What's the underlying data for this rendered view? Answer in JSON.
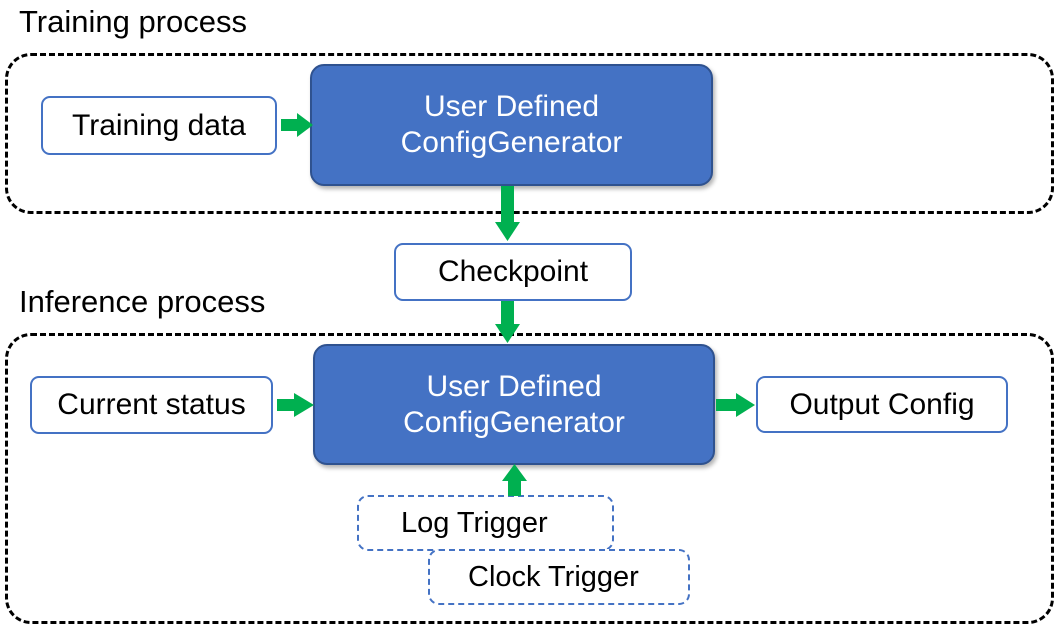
{
  "diagram": {
    "title_training": "Training process",
    "title_inference": "Inference process",
    "colors": {
      "accent_blue_fill": "#4472C4",
      "accent_blue_border": "#2F528F",
      "box_outline_blue": "#4472C4",
      "arrow_green": "#00B050",
      "container_dash": "#000000",
      "text_dark": "#000000",
      "text_light": "#FFFFFF",
      "background": "#FFFFFF"
    }
  },
  "training": {
    "caption": "Training process",
    "input_box": "Training data",
    "processor": {
      "line1": "User Defined",
      "line2": "ConfigGenerator"
    }
  },
  "bridge": {
    "checkpoint_box": "Checkpoint"
  },
  "inference": {
    "caption": "Inference process",
    "input_box": "Current status",
    "processor": {
      "line1": "User Defined",
      "line2": "ConfigGenerator"
    },
    "output_box": "Output Config",
    "triggers": [
      {
        "label": "Log Trigger"
      },
      {
        "label": "Clock Trigger"
      }
    ]
  },
  "edges": [
    {
      "from": "Training data",
      "to": "User Defined ConfigGenerator (training)",
      "direction": "right"
    },
    {
      "from": "User Defined ConfigGenerator (training)",
      "to": "Checkpoint",
      "direction": "down"
    },
    {
      "from": "Checkpoint",
      "to": "User Defined ConfigGenerator (inference)",
      "direction": "down"
    },
    {
      "from": "Current status",
      "to": "User Defined ConfigGenerator (inference)",
      "direction": "right"
    },
    {
      "from": "User Defined ConfigGenerator (inference)",
      "to": "Output Config",
      "direction": "right"
    },
    {
      "from": "Log Trigger",
      "to": "User Defined ConfigGenerator (inference)",
      "direction": "up"
    }
  ]
}
